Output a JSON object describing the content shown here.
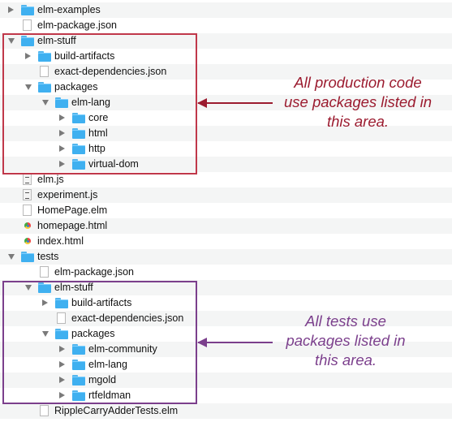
{
  "tree": [
    {
      "depth": 0,
      "toggle": "right",
      "icon": "folder",
      "label": "elm-examples"
    },
    {
      "depth": 0,
      "toggle": "none",
      "icon": "file",
      "label": "elm-package.json"
    },
    {
      "depth": 0,
      "toggle": "down",
      "icon": "folder",
      "label": "elm-stuff"
    },
    {
      "depth": 1,
      "toggle": "right",
      "icon": "folder",
      "label": "build-artifacts"
    },
    {
      "depth": 1,
      "toggle": "none",
      "icon": "file",
      "label": "exact-dependencies.json"
    },
    {
      "depth": 1,
      "toggle": "down",
      "icon": "folder",
      "label": "packages"
    },
    {
      "depth": 2,
      "toggle": "down",
      "icon": "folder",
      "label": "elm-lang"
    },
    {
      "depth": 3,
      "toggle": "right",
      "icon": "folder",
      "label": "core"
    },
    {
      "depth": 3,
      "toggle": "right",
      "icon": "folder",
      "label": "html"
    },
    {
      "depth": 3,
      "toggle": "right",
      "icon": "folder",
      "label": "http"
    },
    {
      "depth": 3,
      "toggle": "right",
      "icon": "folder",
      "label": "virtual-dom"
    },
    {
      "depth": 0,
      "toggle": "none",
      "icon": "js",
      "label": "elm.js"
    },
    {
      "depth": 0,
      "toggle": "none",
      "icon": "js",
      "label": "experiment.js"
    },
    {
      "depth": 0,
      "toggle": "none",
      "icon": "file",
      "label": "HomePage.elm"
    },
    {
      "depth": 0,
      "toggle": "none",
      "icon": "chrome",
      "label": "homepage.html"
    },
    {
      "depth": 0,
      "toggle": "none",
      "icon": "chrome",
      "label": "index.html"
    },
    {
      "depth": 0,
      "toggle": "down",
      "icon": "folder",
      "label": "tests"
    },
    {
      "depth": 1,
      "toggle": "none",
      "icon": "file",
      "label": "elm-package.json"
    },
    {
      "depth": 1,
      "toggle": "down",
      "icon": "folder",
      "label": "elm-stuff"
    },
    {
      "depth": 2,
      "toggle": "right",
      "icon": "folder",
      "label": "build-artifacts"
    },
    {
      "depth": 2,
      "toggle": "none",
      "icon": "file",
      "label": "exact-dependencies.json"
    },
    {
      "depth": 2,
      "toggle": "down",
      "icon": "folder",
      "label": "packages"
    },
    {
      "depth": 3,
      "toggle": "right",
      "icon": "folder",
      "label": "elm-community"
    },
    {
      "depth": 3,
      "toggle": "right",
      "icon": "folder",
      "label": "elm-lang"
    },
    {
      "depth": 3,
      "toggle": "right",
      "icon": "folder",
      "label": "mgold"
    },
    {
      "depth": 3,
      "toggle": "right",
      "icon": "folder",
      "label": "rtfeldman"
    },
    {
      "depth": 1,
      "toggle": "none",
      "icon": "file",
      "label": "RippleCarryAdderTests.elm"
    }
  ],
  "annotations": {
    "production": {
      "lines": [
        "All production code",
        "use packages listed in",
        "this area."
      ],
      "color": "#9b1b2f"
    },
    "tests": {
      "lines": [
        "All tests use",
        "packages listed in",
        "this area."
      ],
      "color": "#7b3f8c"
    }
  },
  "colors": {
    "folder": "#3fb0f0",
    "row_alt": "#f4f5f5",
    "highlight_red": "#c0384a",
    "highlight_purple": "#7b3f8c"
  }
}
